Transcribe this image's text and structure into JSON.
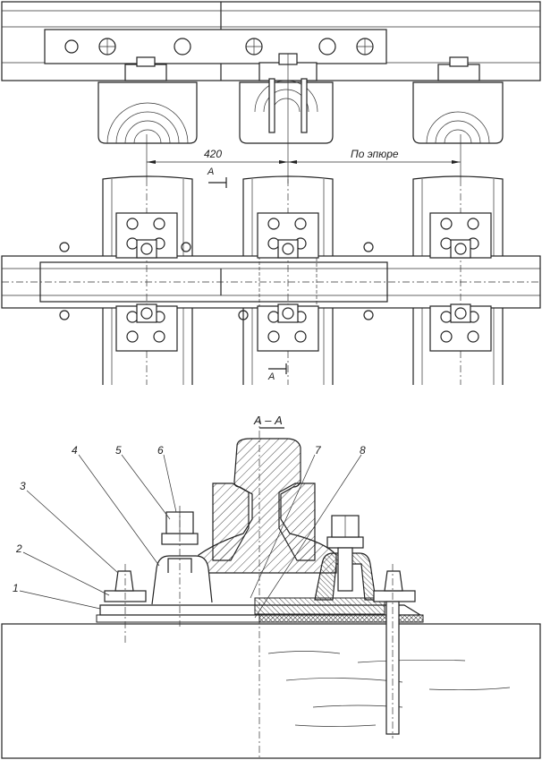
{
  "dimensions": {
    "spacing_left": "420",
    "spacing_right": "По эпюре"
  },
  "section_marks": {
    "top": "А",
    "bottom": "А"
  },
  "section_title": "А – А",
  "callouts": [
    "1",
    "2",
    "3",
    "4",
    "5",
    "6",
    "7",
    "8"
  ]
}
